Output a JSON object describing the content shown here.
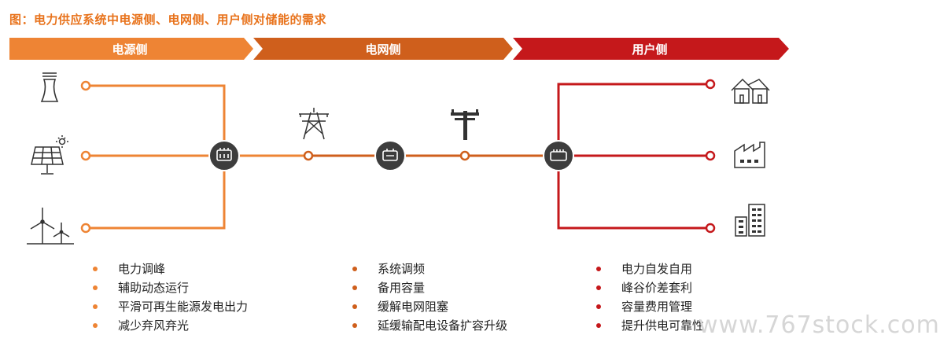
{
  "title": "图：电力供应系统中电源侧、电网侧、用户侧对储能的需求",
  "header": {
    "source_label": "电源侧",
    "grid_label": "电网侧",
    "user_label": "用户侧"
  },
  "colors": {
    "source": "#ee8434",
    "grid": "#cf5f1c",
    "user": "#c5181b",
    "hub": "#3d3d3d"
  },
  "icons": {
    "source": [
      "power-plant-icon",
      "solar-panel-icon",
      "wind-turbine-icon"
    ],
    "grid": [
      "transmission-tower-icon",
      "distribution-pole-icon"
    ],
    "user": [
      "houses-icon",
      "factory-icon",
      "building-icon"
    ],
    "hubs": [
      "battery-storage-icon",
      "battery-storage-icon",
      "battery-storage-icon"
    ]
  },
  "lists": {
    "source": [
      "电力调峰",
      "辅助动态运行",
      "平滑可再生能源发电出力",
      "减少弃风弃光"
    ],
    "grid": [
      "系统调频",
      "备用容量",
      "缓解电网阻塞",
      "延缓输配电设备扩容升级"
    ],
    "user": [
      "电力自发自用",
      "峰谷价差套利",
      "容量费用管理",
      "提升供电可靠性"
    ]
  },
  "watermark": "www.767stock.com"
}
